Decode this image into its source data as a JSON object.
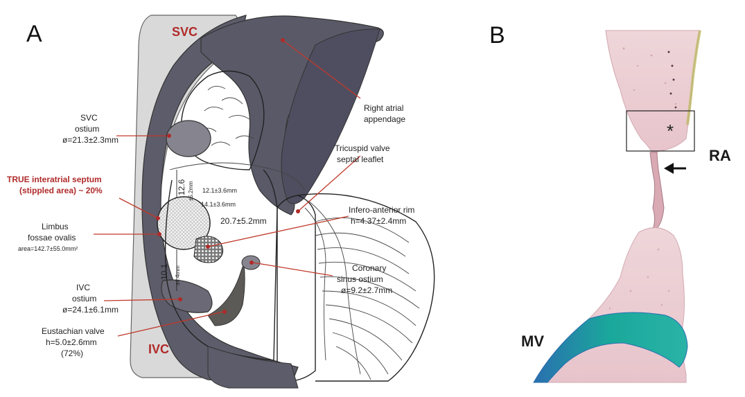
{
  "panel_a": {
    "letter": "A",
    "labels": {
      "svc": "SVC",
      "ivc": "IVC",
      "right_atrial_appendage": [
        "Right atrial",
        "appendage"
      ],
      "tricuspid_valve": [
        "Tricuspid valve",
        "septal leaflet"
      ],
      "svc_ostium": [
        "SVC",
        "ostium",
        "ø=21.3±2.3mm"
      ],
      "true_septum": [
        "TRUE interatrial septum",
        "(stippled area) ~ 20%"
      ],
      "limbus": [
        "Limbus",
        "fossae ovalis"
      ],
      "limbus_area": "area=142.7±55.0mm²",
      "infero_anterior": [
        "Infero-anterior rim",
        "h=4.37±2.4mm"
      ],
      "coronary_sinus": [
        "Coronary",
        "sinus ostium",
        "ø=9.2±2.7mm"
      ],
      "ivc_ostium": [
        "IVC",
        "ostium",
        "ø=24.1±6.1mm"
      ],
      "eustachian": [
        "Eustachian valve",
        "h=5.0±2.6mm",
        "(72%)"
      ],
      "m_12_6": "12.6",
      "m_12_6_sd": "±5.2mm",
      "m_12_1": "12.1±3.6mm",
      "m_14_1": "14.1±3.6mm",
      "m_20_7": "20.7±5.2mm",
      "m_10_1": "10.1",
      "m_10_1_sd": "±4.4mm"
    }
  },
  "panel_b": {
    "letter": "B",
    "labels": {
      "ra": "RA",
      "mv": "MV",
      "asterisk": "*"
    }
  },
  "colors": {
    "dark_gray": "#565565",
    "mid_gray": "#7b7b86",
    "light_gray": "#d6d6d6",
    "leader_red": "#c0392b",
    "label_red": "#b02a2a",
    "tissue_pink": "#e9c9cf",
    "stain_teal": "#1aa89b"
  }
}
